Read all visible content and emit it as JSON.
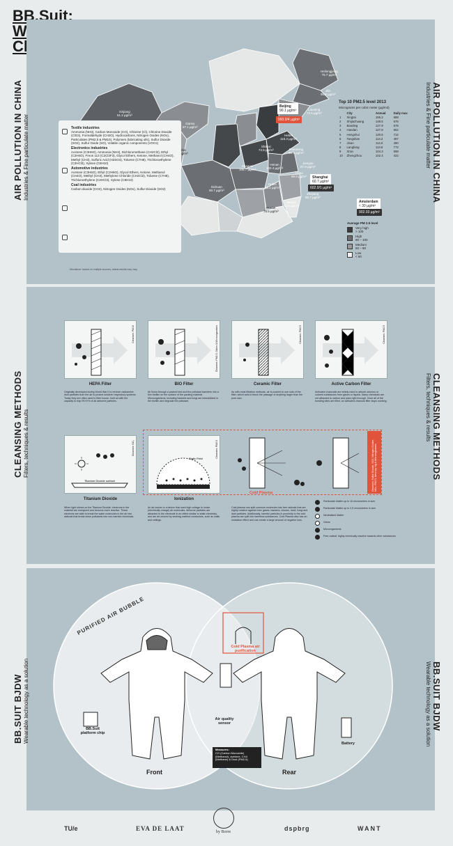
{
  "header": {
    "title_line1": "BB.Suit:",
    "title_line2": "Wearable",
    "title_line3": "Clean Air"
  },
  "section1": {
    "side_title": "AIR POLLUTION IN CHINA",
    "side_sub": "Industries & Fine particulate matter",
    "provinces": {
      "xinjiang": "Xinjiang",
      "xinjiang_val": "61.2 µg/m³",
      "gansu": "Gansu",
      "gansu_val": "67.1 µg/m³",
      "qinghai": "Qinghai",
      "qinghai_val": "53.2 µg/m³",
      "sichuan": "Sichuan",
      "sichuan_val": "90.7 µg/m³",
      "beijing": "Beijing",
      "beijing_val": "90.1 µg/m³",
      "beijing_red": "993.0/4 µg/m³",
      "shanghai": "Shanghai",
      "shanghai_val": "60.7 µg/m³",
      "shanghai_red": "602.0/1 µg/m³",
      "heilongjiang": "Heilongjiang",
      "heilongjiang_val": "75.7 µg/m³",
      "jilin": "Jilin",
      "jilin_val": "90.9 µg/m³",
      "liaoning": "Liaoning",
      "liaoning_val": "72.6 µg/m³",
      "hebei": "Hebei",
      "hebei_val": "118.3 µg/m³",
      "shanxi": "Shanxi",
      "shanxi_val": "74.5 µg/m³",
      "shandong": "Shandong",
      "shandong_val": "98.9 µg/m³",
      "shaanxi": "Shaanxi",
      "shaanxi_val": "106.7 µg/m³",
      "henan": "Henan",
      "henan_val": "102.4 µg/m³",
      "anhui": "Anhui",
      "anhui_val": "88.9 µg/m³",
      "jiangsu": "Jiangsu",
      "jiangsu_val": "87.9 µg/m³",
      "hubei": "Hubei",
      "hubei_val": "93.1 µg/m³",
      "zhejiang": "Zhejiang",
      "zhejiang_val": "55.7 µg/m³",
      "jiangxi": "Jiangxi",
      "jiangxi_val": "84.5 µg/m³",
      "hunan": "Hunan",
      "hunan_val": "78.5 µg/m³",
      "amsterdam": "Amsterdam",
      "amsterdam_val": "≈ 30 µg/m³",
      "amsterdam_red": "902.03 µg/m³"
    },
    "industries": {
      "textile_title": "Textile industries",
      "textile_text": "Ammonia (NH3), Carbon Monoxide (CO), Chlorine (Cl), Chlorine Dioxide (ClO2), Formaldehyde (CH2O), Hydrocarbons, Nitrogen Oxides (NOx), Particulates (PM2.5 & PM10), Polymers (lubricating oils), Sulfur Dioxide (SO2), Sulfur Oxide (SO), Volatile organic components (VOCs)",
      "electronics_title": "Electronics industries",
      "electronics_text": "Acetone (C3H6O), Ammonia (NH3), Dichloromethane (CH2Cl2), Ethyl (C2H6O), Freon 113 (C2Cl3F3), Glycol Ethers, Ketone, Methanol (CH4O), Methyl (CH3), Sulfuric Acid (H2SO4), Toluene (C7H8), Trichloroethylene (C2HCl3), Xylene (C8H10)",
      "automotive_title": "Automotive industries",
      "automotive_text": "Acetone (C3H6O), Ethyl (C2H6O), Glycol Ethers, Ketone, Methanol (CH4O), Methyl (CH3), Methylene Chloride (CH2Cl2), Toluene (C7H8), Trichloroethylene (C2HCl3), Xylene (C8H10)",
      "coal_title": "Coal industries",
      "coal_text": "Carbon dioxide (CO2), Nitrogen Oxides (NOx), Sulfur Dioxide (SO2)"
    },
    "top10": {
      "title": "Top 10 PM2.5 level 2013",
      "sub": "Micrograms per cubic meter (µg/m3)",
      "headers": [
        "",
        "City",
        "Annual",
        "Daily max"
      ],
      "rows": [
        [
          "1",
          "Xingtai",
          "155.2",
          "688"
        ],
        [
          "2",
          "Shijiazhuang",
          "148.5",
          "676"
        ],
        [
          "3",
          "Baoding",
          "127.9",
          "675"
        ],
        [
          "4",
          "Handan",
          "127.8",
          "662"
        ],
        [
          "5",
          "Hengshui",
          "120.6",
          "712"
        ],
        [
          "6",
          "Tangshan",
          "114.2",
          "497"
        ],
        [
          "7",
          "Jinan",
          "114.0",
          "490"
        ],
        [
          "8",
          "Langfang",
          "113.8",
          "772"
        ],
        [
          "9",
          "Xi'an",
          "104.3",
          "598"
        ],
        [
          "10",
          "Zhengzhou",
          "102.4",
          "422"
        ]
      ]
    },
    "avg_legend": {
      "title": "Average PM 2.5 level",
      "items": [
        {
          "label": "Very high",
          "range": "> 100",
          "color": "#3a3a3a"
        },
        {
          "label": "High",
          "range": "80 – 100",
          "color": "#6b6b6b"
        },
        {
          "label": "Medium",
          "range": "60 – 80",
          "color": "#9a9a9a"
        },
        {
          "label": "Low",
          "range": "< 60",
          "color": "#f2f2f2"
        }
      ]
    },
    "disclaimer": "Disclaimer: based on multiple sources, actual results may vary."
  },
  "section2": {
    "side_title": "CLEANSING METHODS",
    "side_sub": "Filters, techniques & results",
    "filters": [
      {
        "name": "HEPA Filter",
        "label": "Cleanses: PM10",
        "desc": "Originally developed during World War II to remove radioactive dust particles from the air to protect soldiers' respiratory systems. Today they are often used to filter house- hold air with the capacity to trap 99.97% of all airborne particles."
      },
      {
        "name": "BIO Filter",
        "label": "Cleanses: PM2.5, Odors & Microorganisms",
        "desc": "Air flows through a packed bed and the pollutant transfers into a thin biofilm on the surface of the packing material. Microorganisms, including bacteria and fungi are immobilized in the biofilm and degrade the pollutant."
      },
      {
        "name": "Ceramic Filter",
        "label": "Cleanses: PM2.5",
        "desc": "As with most filtration methods, air is pushed to one side of the filter, which acts to block the passage of anything larger than the pore size."
      },
      {
        "name": "Active Carbon Filter",
        "label": "Cleanses: PM2.5",
        "desc": "Activated charcoals are widely used to adsorb odorous or colored substances from gases or liquids. Many chemicals are not attracted to carbon and pass right through. Once all of the bonding sites are filled, an activated charcoal filter stops working."
      },
      {
        "name": "Titanium Dioxide",
        "label": "Cleanses: NO₂",
        "desc": "When light shines on the Titanium Dioxide, electrons in the material are energized and become more reactive. These electrons are able to break the water molecules in the air into radicals that break down pollutants into non-harmful chemicals.",
        "inner": "Titanium Dioxide surface"
      },
      {
        "name": "Ionization",
        "label": "Cleanses: PM2.5",
        "desc": "An air ionizer is a device that uses high voltage to ionize (electrically charge) air molecules. Airborne particles are attracted to the electrode in an effect similar to static electricity, and are de-ionized by seeking earthed conductors, such as walls and ceilings.",
        "inner": "Static Field"
      }
    ],
    "cold_plasma": {
      "label": "Cold Plasma",
      "strip": "Cleanses: Sulfur Dioxide, SO2, Nitrogen Oxides, NOx, PM2.5, Mercury, Hg & Microorganisms",
      "desc": "Cold plasma can split common molecules into free radicals that are highly reactive against toxic gases, bacteria, viruses, mold, fungi and dust particles. Additionally, harmful particles in proximity to the cold plasma are split into harmless substances. Cold Plasma also has an ionization effect and can create a large amount of negative ions."
    },
    "legend": [
      "Particulate Matter up to 10 micrometers in size",
      "Particulate Matter up to 2,5 micrometers in size",
      "Neutralised Matter",
      "Odors",
      "Microorganisms",
      "Free radical: highly chemically reactive towards other substances"
    ]
  },
  "section3": {
    "side_title": "BB.SUIT BJDW",
    "side_sub": "Wearable technology as a solution",
    "bubble": "PURIFIED AIR BUBBLE",
    "chip": "BB.Suit platform chip",
    "sensor": "Air quality sensor",
    "measures_title": "Measures:",
    "measures_text": "CO (Carbon Monoxide) (Methanol), acetone, CH4 (Methane) & Dust (PM2.5)",
    "cold_plasma": "Cold Plasma air purification",
    "battery": "Battery",
    "front": "Front",
    "rear": "Rear"
  },
  "partners": {
    "p1": "TU/e",
    "p2": "EVA DE LAAT",
    "p3": "by Borre",
    "p4": "dspbrg",
    "p5": "WANT"
  }
}
